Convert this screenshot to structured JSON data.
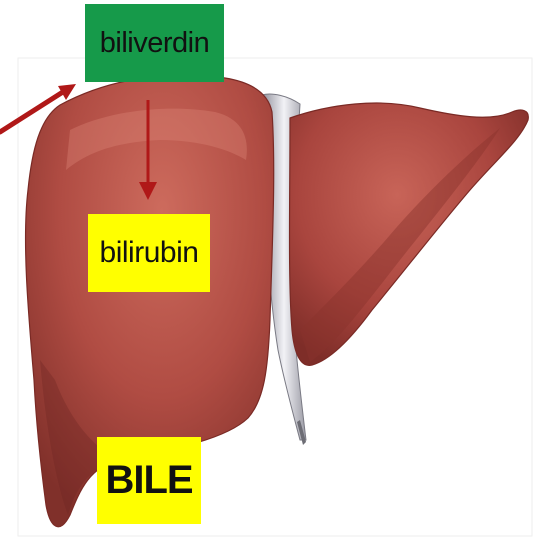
{
  "labels": {
    "biliverdin": "biliverdin",
    "bilirubin": "bilirubin",
    "bile": "BILE"
  },
  "colors": {
    "biliverdin_box": "#169a4a",
    "bilirubin_box": "#ffff00",
    "bile_box": "#ffff00",
    "arrow": "#b01818",
    "liver": "#a9453e",
    "ligament": "#d4d4dc"
  },
  "icons": {
    "organ": "liver-illustration",
    "arrow_in": "arrow-right-down-icon",
    "arrow_down": "arrow-down-icon"
  }
}
